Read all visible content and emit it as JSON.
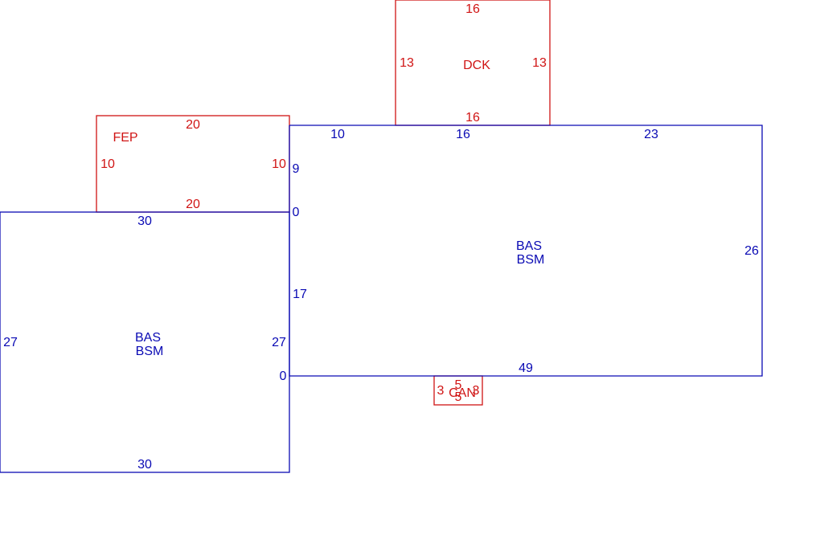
{
  "colors": {
    "main": "#0a0ab4",
    "addition": "#d01414",
    "background": "#ffffff"
  },
  "areas": {
    "dck": {
      "code": "DCK",
      "top": "16",
      "bottom": "16",
      "left": "13",
      "right": "13"
    },
    "fep": {
      "code": "FEP",
      "top": "20",
      "bottom": "20",
      "left": "10",
      "right": "10"
    },
    "can": {
      "code": "CAN",
      "top": "5",
      "bottom": "5",
      "left": "3",
      "right": "3"
    },
    "bas_left": {
      "code1": "BAS",
      "code2": "BSM",
      "top": "30",
      "bottom": "30",
      "left": "27",
      "right": "27"
    },
    "bas_main": {
      "code1": "BAS",
      "code2": "BSM",
      "top_a": "10",
      "top_b": "16",
      "top_c": "23",
      "right": "26",
      "bottom": "49",
      "left_upper": "9",
      "left_lower": "17",
      "corner_upper": "0",
      "corner_lower": "0"
    }
  }
}
